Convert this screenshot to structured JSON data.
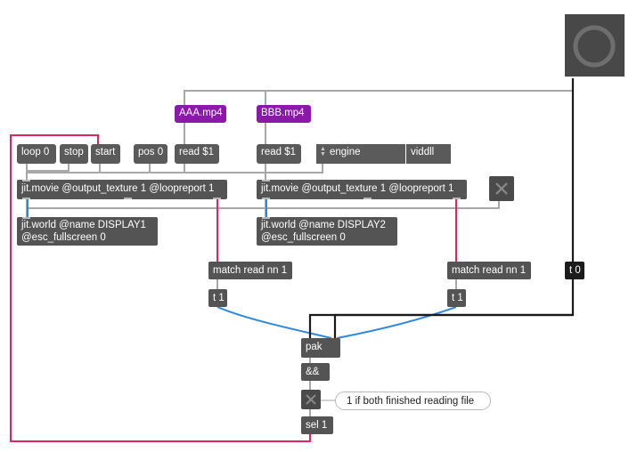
{
  "objects": {
    "loop0": "loop 0",
    "stop": "stop",
    "start": "start",
    "pos0": "pos 0",
    "read1a": "read $1",
    "read1b": "read $1",
    "engine": "engine",
    "viddll": "viddll",
    "aaa": "AAA.mp4",
    "bbb": "BBB.mp4",
    "movie1": "jit.movie @output_texture 1 @loopreport 1",
    "movie2": "jit.movie @output_texture 1 @loopreport 1",
    "world1_l1": "jit.world @name DISPLAY1",
    "world1_l2": "@esc_fullscreen 0",
    "world2_l1": "jit.world @name DISPLAY2",
    "world2_l2": "@esc_fullscreen 0",
    "match1": "match read nn 1",
    "match2": "match read nn 1",
    "t1a": "t 1",
    "t1b": "t 1",
    "t0": "t 0",
    "pak": "pak",
    "and": "&&",
    "sel1": "sel 1"
  },
  "comment": "1 if both finished reading file",
  "colors": {
    "patch_cord": "#a8a8a8",
    "signal_red": "#e0245e",
    "cord_blue": "#2f88e0",
    "cord_black": "#1a1a1a",
    "object_bg": "#545454",
    "message_purple": "#8a18a8"
  },
  "icons": [
    "bang-button",
    "toggle-x",
    "toggle-x"
  ]
}
